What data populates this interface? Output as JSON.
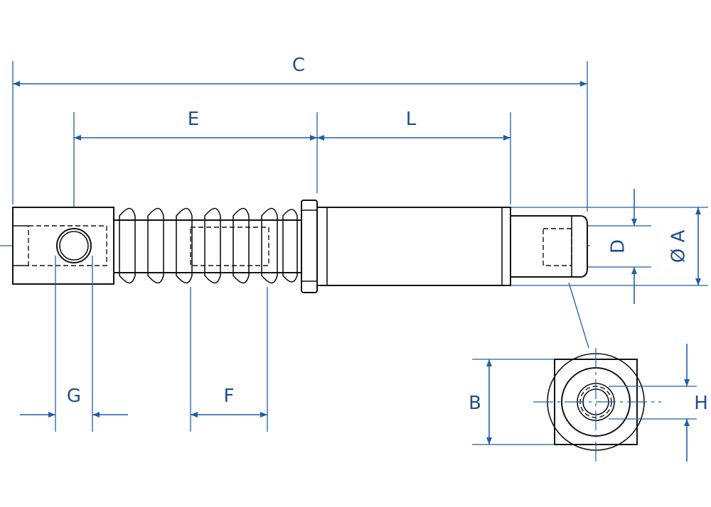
{
  "labels": {
    "C": "C",
    "E": "E",
    "L": "L",
    "D": "D",
    "A": "Ø A",
    "G": "G",
    "F": "F",
    "B": "B",
    "H": "H"
  },
  "colors": {
    "dimension": "#1f5fa8",
    "label": "#1f4e8c",
    "part": "#111111"
  }
}
